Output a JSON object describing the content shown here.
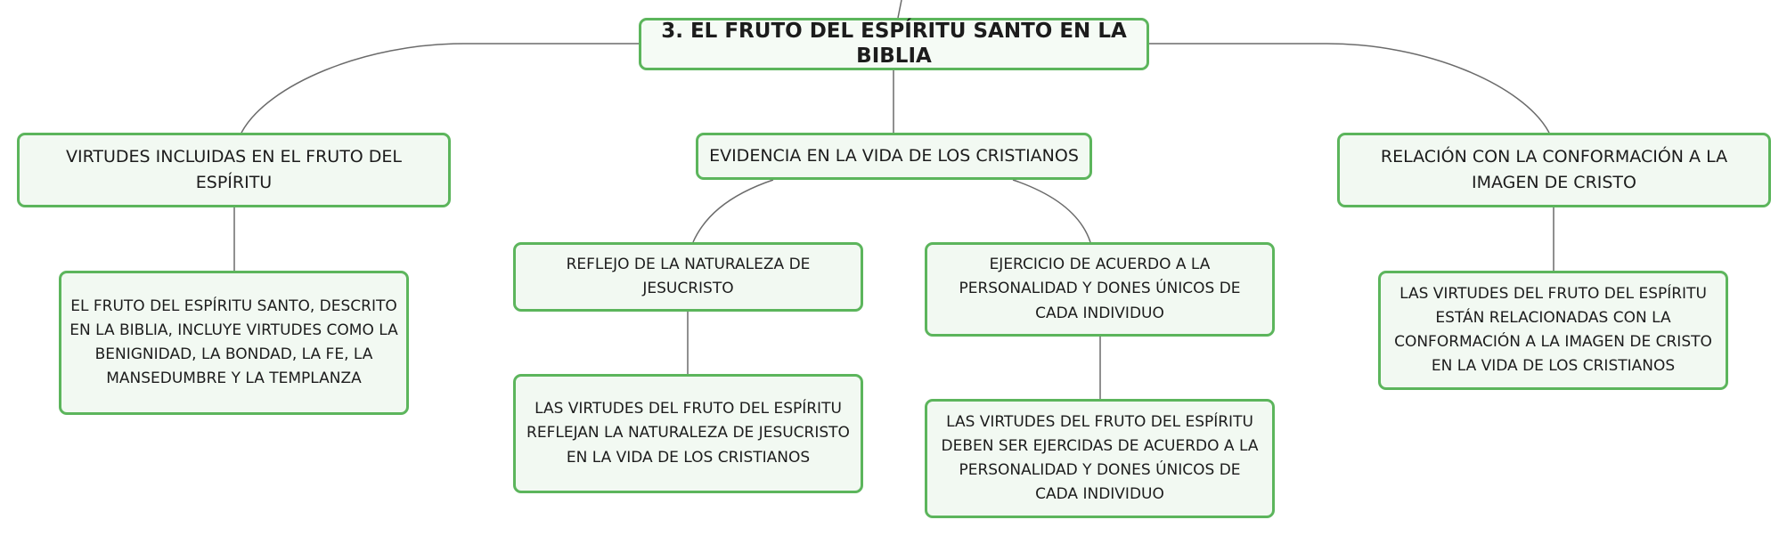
{
  "diagram": {
    "root": {
      "label": "3. EL FRUTO DEL ESPÍRITU SANTO EN LA BIBLIA"
    },
    "virtudes": {
      "label": "VIRTUDES INCLUIDAS EN EL FRUTO DEL ESPÍRITU"
    },
    "virtudes_detail": {
      "label": "EL FRUTO DEL ESPÍRITU SANTO, DESCRITO EN LA BIBLIA, INCLUYE VIRTUDES COMO LA BENIGNIDAD, LA BONDAD, LA FE, LA MANSEDUMBRE Y LA TEMPLANZA"
    },
    "evidencia": {
      "label": "EVIDENCIA EN LA VIDA DE LOS CRISTIANOS"
    },
    "reflejo": {
      "label": "REFLEJO DE LA NATURALEZA DE JESUCRISTO"
    },
    "reflejo_detail": {
      "label": "LAS VIRTUDES DEL FRUTO DEL ESPÍRITU REFLEJAN LA NATURALEZA DE JESUCRISTO EN LA VIDA DE LOS CRISTIANOS"
    },
    "ejercicio": {
      "label": "EJERCICIO DE ACUERDO A LA PERSONALIDAD Y DONES ÚNICOS DE CADA INDIVIDUO"
    },
    "ejercicio_detail": {
      "label": "LAS VIRTUDES DEL FRUTO DEL ESPÍRITU DEBEN SER EJERCIDAS DE ACUERDO A LA PERSONALIDAD Y DONES ÚNICOS DE CADA INDIVIDUO"
    },
    "relacion": {
      "label": "RELACIÓN CON LA CONFORMACIÓN A LA IMAGEN DE CRISTO"
    },
    "relacion_detail": {
      "label": "LAS VIRTUDES DEL FRUTO DEL ESPÍRITU ESTÁN RELACIONADAS CON LA CONFORMACIÓN A LA IMAGEN DE CRISTO EN LA VIDA DE LOS CRISTIANOS"
    }
  },
  "colors": {
    "node_border": "#5cb55c",
    "node_fill": "#f2f9f2",
    "connector": "#666666"
  }
}
